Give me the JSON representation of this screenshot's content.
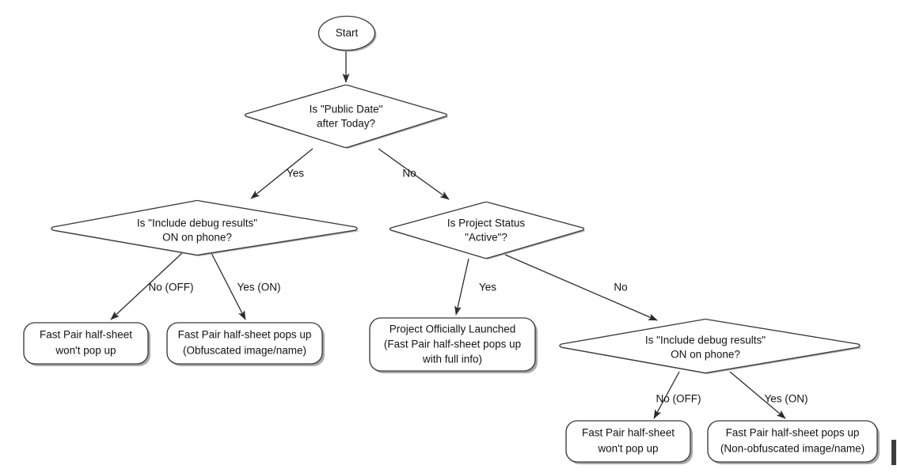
{
  "diagram": {
    "title": "Fast Pair Half-Sheet Decision Flowchart",
    "background_color": "#ffffff",
    "stroke_color": "#3a3a3a",
    "text_color": "#131313",
    "shadow_color": "#9a9a9a"
  },
  "nodes": {
    "start": {
      "id": "start",
      "shape": "ellipse",
      "label": "Start",
      "lines": [
        "Start"
      ]
    },
    "public_date": {
      "id": "public-date-decision",
      "shape": "diamond",
      "lines": [
        "Is \"Public Date\"",
        "after Today?"
      ]
    },
    "debug_left": {
      "id": "debug-results-decision-left",
      "shape": "diamond",
      "lines": [
        "Is \"Include debug results\"",
        "ON on phone?"
      ]
    },
    "project_status": {
      "id": "project-status-decision",
      "shape": "diamond",
      "lines": [
        "Is Project Status",
        "\"Active\"?"
      ]
    },
    "result_left_off": {
      "id": "result-left-off",
      "shape": "rounded-rect",
      "lines": [
        "Fast Pair half-sheet",
        "won't pop up"
      ]
    },
    "result_left_on": {
      "id": "result-left-on",
      "shape": "rounded-rect",
      "lines": [
        "Fast Pair half-sheet pops up",
        "(Obfuscated image/name)"
      ]
    },
    "result_launched": {
      "id": "result-project-launched",
      "shape": "rounded-rect",
      "lines": [
        "Project Officially Launched",
        "(Fast Pair half-sheet pops up",
        "with full info)"
      ]
    },
    "debug_right": {
      "id": "debug-results-decision-right",
      "shape": "diamond",
      "lines": [
        "Is \"Include debug results\"",
        "ON on phone?"
      ]
    },
    "result_right_off": {
      "id": "result-right-off",
      "shape": "rounded-rect",
      "lines": [
        "Fast Pair half-sheet",
        "won't pop up"
      ]
    },
    "result_right_on": {
      "id": "result-right-on",
      "shape": "rounded-rect",
      "lines": [
        "Fast Pair half-sheet pops up",
        "(Non-obfuscated image/name)"
      ]
    }
  },
  "edge_labels": {
    "public_date_yes": "Yes",
    "public_date_no": "No",
    "debug_left_off": "No (OFF)",
    "debug_left_on": "Yes (ON)",
    "project_status_yes": "Yes",
    "project_status_no": "No",
    "debug_right_off": "No (OFF)",
    "debug_right_on": "Yes (ON)"
  },
  "chart_data": {
    "type": "diagram",
    "diagram_type": "flowchart",
    "title": "Fast Pair Half-Sheet Decision Flowchart",
    "nodes": [
      {
        "id": "start",
        "type": "terminator",
        "text": "Start"
      },
      {
        "id": "public_date",
        "type": "decision",
        "text": "Is \"Public Date\" after Today?"
      },
      {
        "id": "debug_left",
        "type": "decision",
        "text": "Is \"Include debug results\" ON on phone?"
      },
      {
        "id": "project_status",
        "type": "decision",
        "text": "Is Project Status \"Active\"?"
      },
      {
        "id": "result_left_off",
        "type": "process",
        "text": "Fast Pair half-sheet won't pop up"
      },
      {
        "id": "result_left_on",
        "type": "process",
        "text": "Fast Pair half-sheet pops up (Obfuscated image/name)"
      },
      {
        "id": "result_launched",
        "type": "process",
        "text": "Project Officially Launched (Fast Pair half-sheet pops up with full info)"
      },
      {
        "id": "debug_right",
        "type": "decision",
        "text": "Is \"Include debug results\" ON on phone?"
      },
      {
        "id": "result_right_off",
        "type": "process",
        "text": "Fast Pair half-sheet won't pop up"
      },
      {
        "id": "result_right_on",
        "type": "process",
        "text": "Fast Pair half-sheet pops up (Non-obfuscated image/name)"
      }
    ],
    "edges": [
      {
        "from": "start",
        "to": "public_date",
        "label": ""
      },
      {
        "from": "public_date",
        "to": "debug_left",
        "label": "Yes"
      },
      {
        "from": "public_date",
        "to": "project_status",
        "label": "No"
      },
      {
        "from": "debug_left",
        "to": "result_left_off",
        "label": "No (OFF)"
      },
      {
        "from": "debug_left",
        "to": "result_left_on",
        "label": "Yes (ON)"
      },
      {
        "from": "project_status",
        "to": "result_launched",
        "label": "Yes"
      },
      {
        "from": "project_status",
        "to": "debug_right",
        "label": "No"
      },
      {
        "from": "debug_right",
        "to": "result_right_off",
        "label": "No (OFF)"
      },
      {
        "from": "debug_right",
        "to": "result_right_on",
        "label": "Yes (ON)"
      }
    ]
  }
}
